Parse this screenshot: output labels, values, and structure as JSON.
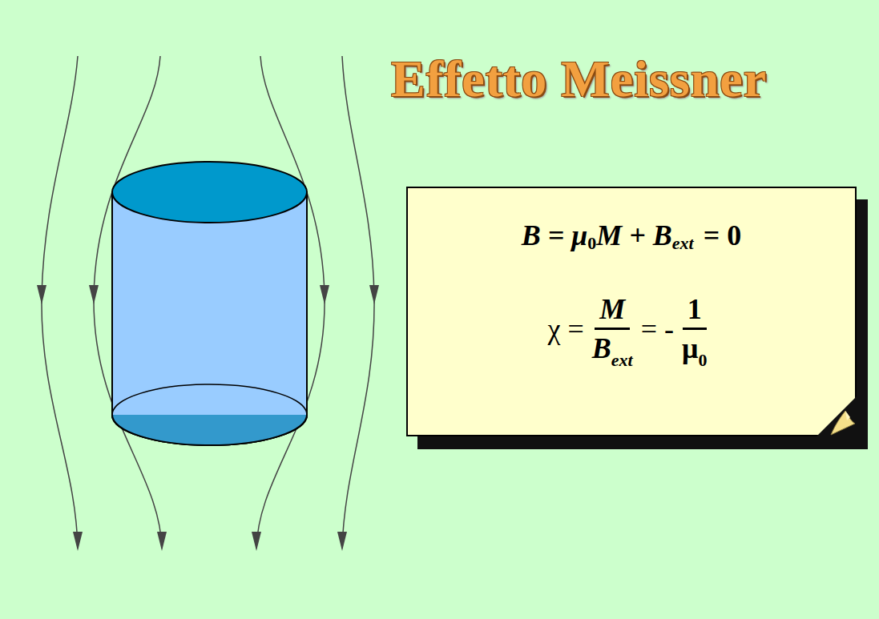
{
  "diagram": {
    "title": "Effetto Meissner",
    "nodes": [
      {
        "text": [
          "B = μ",
          "0",
          "M + B",
          "ext",
          "= 0",
          "χ =",
          "M",
          "B",
          "ext",
          "= -",
          "1",
          "μ",
          "0"
        ]
      }
    ]
  }
}
